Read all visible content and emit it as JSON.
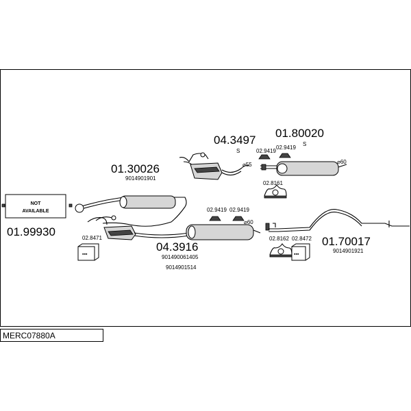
{
  "title_box": {
    "code": "MERC07880A"
  },
  "not_available": {
    "line1": "NOT",
    "line2": "AVAILABLE",
    "code": "01.99930"
  },
  "parts": {
    "p_04_3497": {
      "code": "04.3497",
      "suffix": "S"
    },
    "p_01_80020": {
      "code": "01.80020",
      "suffix": "S"
    },
    "p_01_30026": {
      "code": "01.30026",
      "ref": "9014901901"
    },
    "p_04_3916": {
      "code": "04.3916",
      "ref1": "901490061405",
      "ref2": "9014901514"
    },
    "p_01_70017": {
      "code": "01.70017",
      "ref": "9014901921"
    }
  },
  "accessories": {
    "clamp_a": "02.9419",
    "clamp_b": "02.9419",
    "clamp_c": "02.9419",
    "clamp_d": "02.9419",
    "hanger_top": "02.8161",
    "hanger_bottom": "02.8162",
    "kit_left": "02.8471",
    "kit_right": "02.8472"
  },
  "diameters": {
    "d55": "⌀55",
    "d60_top": "⌀60",
    "d60_mid": "⌀60"
  }
}
